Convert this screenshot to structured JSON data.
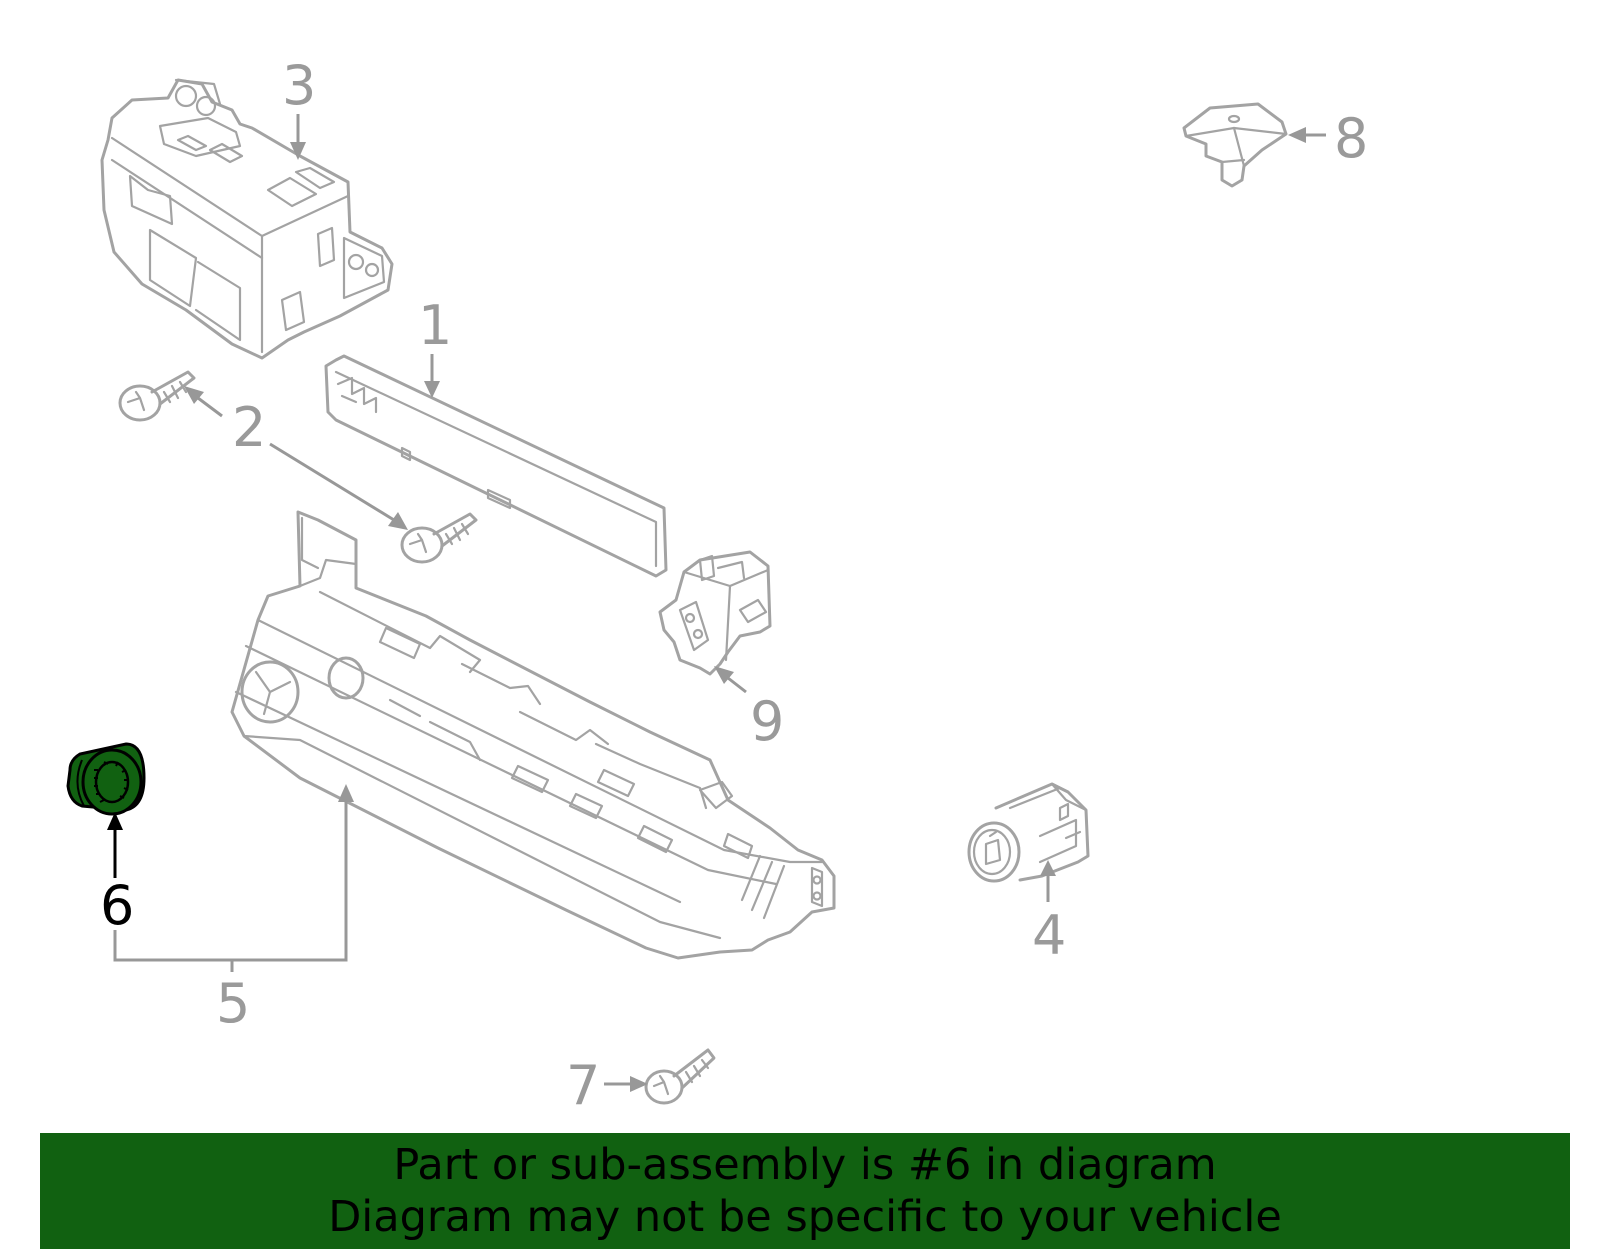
{
  "callouts": [
    "1",
    "2",
    "3",
    "4",
    "5",
    "6",
    "7",
    "8",
    "9"
  ],
  "highlighted_callout": "6",
  "highlight_color": "#116111",
  "banner": {
    "line1": "Part or sub-assembly is #6 in diagram",
    "line2": "Diagram may not be specific to your vehicle",
    "background": "#116111"
  }
}
